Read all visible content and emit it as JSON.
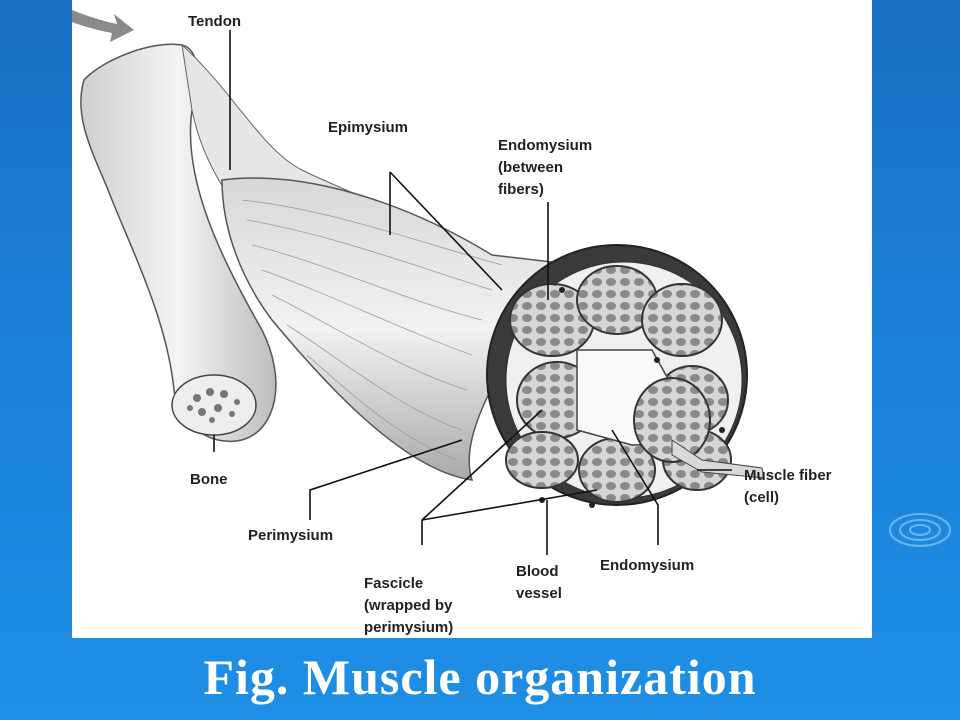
{
  "caption": "Fig. Muscle organization",
  "labels": {
    "tendon": "Tendon",
    "epimysium": "Epimysium",
    "endomysium_between_1": "Endomysium",
    "endomysium_between_2": "(between",
    "endomysium_between_3": "fibers)",
    "bone": "Bone",
    "perimysium": "Perimysium",
    "fascicle_1": "Fascicle",
    "fascicle_2": "(wrapped by",
    "fascicle_3": "perimysium)",
    "blood_1": "Blood",
    "blood_2": "vessel",
    "endomysium": "Endomysium",
    "muscle_fiber_1": "Muscle fiber",
    "muscle_fiber_2": "(cell)"
  },
  "colors": {
    "background": "#1b7fd6",
    "panel": "#ffffff",
    "caption": "#ffffff"
  }
}
